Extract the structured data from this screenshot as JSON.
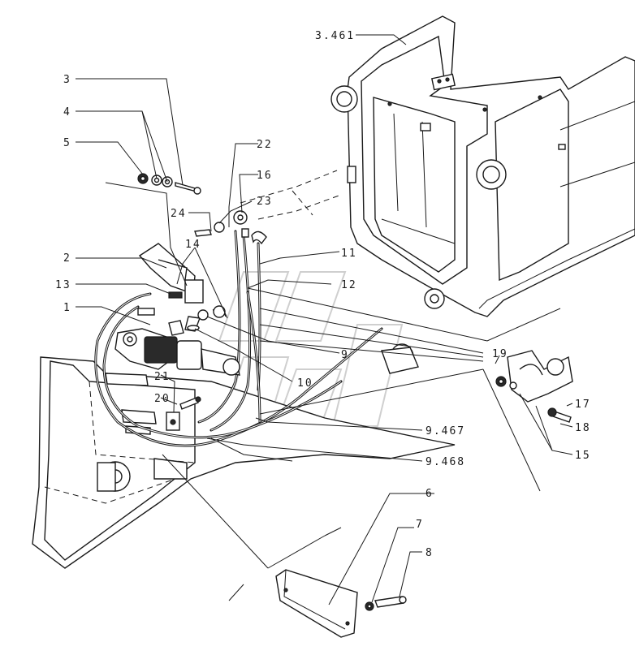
{
  "callouts": {
    "c3461": "3.461",
    "c3": "3",
    "c4": "4",
    "c5": "5",
    "c22": "22",
    "c16": "16",
    "c23": "23",
    "c24": "24",
    "c14": "14",
    "c2": "2",
    "c13": "13",
    "c1": "1",
    "c11": "11",
    "c12": "12",
    "c9": "9",
    "c10": "10",
    "c21": "21",
    "c20": "20",
    "c19": "19",
    "c17": "17",
    "c18": "18",
    "c15": "15",
    "c9467": "9.467",
    "c9468": "9.468",
    "c6": "6",
    "c7": "7",
    "c8": "8"
  }
}
